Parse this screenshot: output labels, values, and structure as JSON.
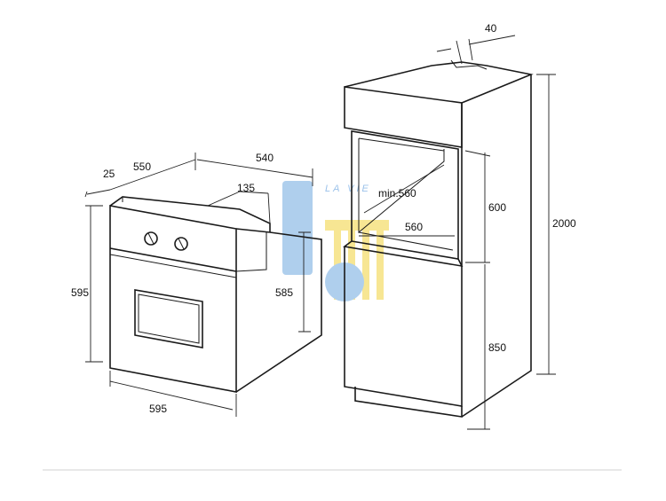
{
  "oven": {
    "dims": {
      "depth_total": "550",
      "panel_thickness": "25",
      "body_depth": "540",
      "rear_offset": "135",
      "front_height": "595",
      "body_height": "585",
      "front_width": "595"
    }
  },
  "cabinet": {
    "dims": {
      "top_offset": "40",
      "min_width": "min.560",
      "niche_height": "600",
      "niche_width": "560",
      "total_height": "2000",
      "base_height": "850"
    }
  },
  "watermark": {
    "text": "LA VIE"
  },
  "colors": {
    "line": "#1a1a1a",
    "watermark_blue": "#4a90d9",
    "watermark_yellow": "#f2d23c",
    "divider": "#d9d9d9"
  }
}
